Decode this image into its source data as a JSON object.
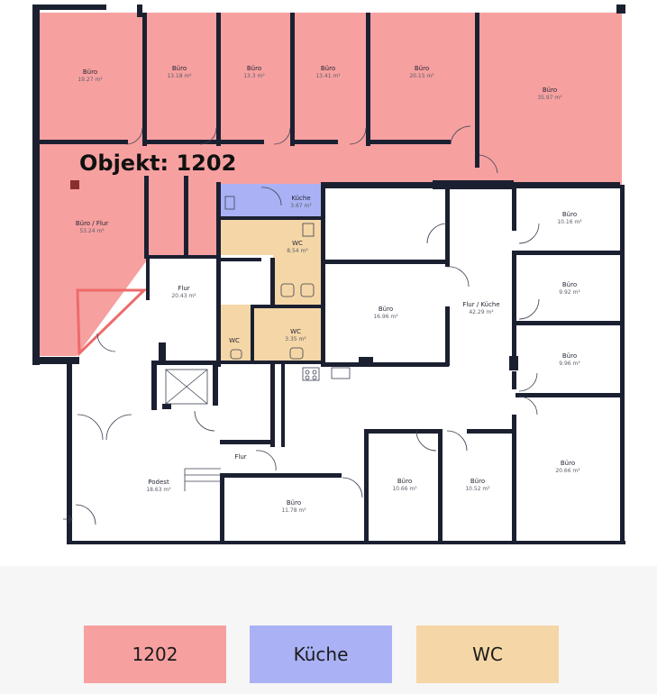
{
  "object_label": "Objekt: 1202",
  "colors": {
    "object": "#f7a0a0",
    "kitchen": "#aab2f5",
    "wc": "#f5d6a6",
    "wall": "#1b2031",
    "background": "#ffffff",
    "legend_band": "#f6f6f6"
  },
  "rooms": [
    {
      "id": "buero-1",
      "name": "Büro",
      "area": "19.27 m²"
    },
    {
      "id": "buero-2",
      "name": "Büro",
      "area": "13.18 m²"
    },
    {
      "id": "buero-3",
      "name": "Büro",
      "area": "13.3 m²"
    },
    {
      "id": "buero-4",
      "name": "Büro",
      "area": "13.41 m²"
    },
    {
      "id": "buero-5",
      "name": "Büro",
      "area": "20.15 m²"
    },
    {
      "id": "buero-6",
      "name": "Büro",
      "area": "35.97 m²"
    },
    {
      "id": "buero-flur",
      "name": "Büro / Flur",
      "area": "53.24 m²"
    },
    {
      "id": "kueche-small",
      "name": "Küche",
      "area": "3.67 m²"
    },
    {
      "id": "wc-1",
      "name": "WC",
      "area": "8.54 m²"
    },
    {
      "id": "flur-1",
      "name": "Flur",
      "area": "20.43 m²"
    },
    {
      "id": "wc-2",
      "name": "WC",
      "area": ""
    },
    {
      "id": "wc-3",
      "name": "WC",
      "area": "3.35 m²"
    },
    {
      "id": "buero-7",
      "name": "Büro",
      "area": "16.96 m²"
    },
    {
      "id": "flur-kueche",
      "name": "Flur / Küche",
      "area": "42.29 m²"
    },
    {
      "id": "buero-8",
      "name": "Büro",
      "area": "10.16 m²"
    },
    {
      "id": "buero-9",
      "name": "Büro",
      "area": "9.92 m²"
    },
    {
      "id": "buero-10",
      "name": "Büro",
      "area": "9.96 m²"
    },
    {
      "id": "buero-11",
      "name": "Büro",
      "area": "20.66 m²"
    },
    {
      "id": "flur-2",
      "name": "Flur",
      "area": ""
    },
    {
      "id": "podest",
      "name": "Podest",
      "area": "18.63 m²"
    },
    {
      "id": "buero-12",
      "name": "Büro",
      "area": "11.78 m²"
    },
    {
      "id": "buero-13",
      "name": "Büro",
      "area": "10.66 m²"
    },
    {
      "id": "buero-14",
      "name": "Büro",
      "area": "10.52 m²"
    }
  ],
  "legend": [
    {
      "label": "1202",
      "color": "#f7a0a0"
    },
    {
      "label": "Küche",
      "color": "#aab2f5"
    },
    {
      "label": "WC",
      "color": "#f5d6a6"
    }
  ]
}
